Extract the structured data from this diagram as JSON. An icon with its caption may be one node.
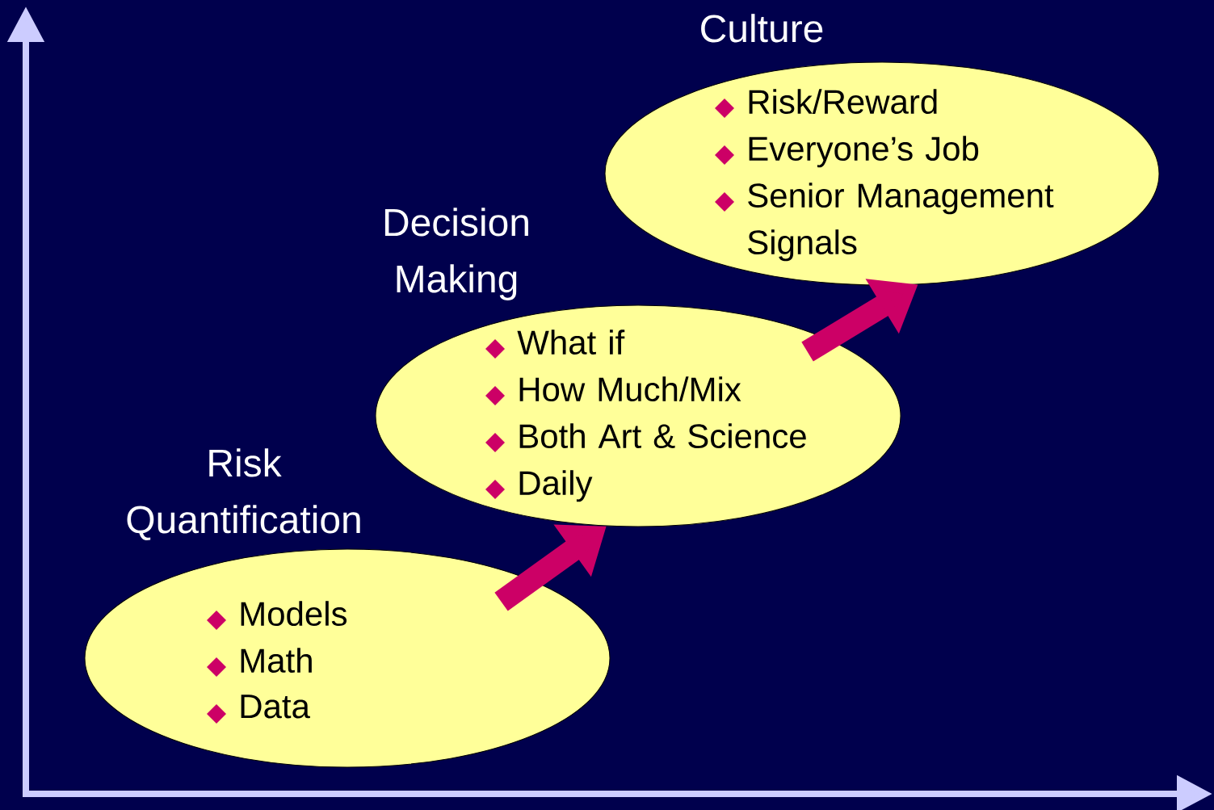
{
  "diagram": {
    "nodes": [
      {
        "text": [
          "Risk Quantification",
          "Models",
          "Math",
          "Data"
        ]
      },
      {
        "text": [
          "Decision Making",
          "What if",
          "How Much/Mix",
          "Both Art & Science",
          "Daily"
        ]
      },
      {
        "text": [
          "Culture",
          "Risk/Reward",
          "Everyone’s Job",
          "Senior Management Signals"
        ]
      }
    ],
    "edges": [
      {
        "from": 0,
        "to": 1,
        "arrow": "to"
      },
      {
        "from": 1,
        "to": 2,
        "arrow": "to"
      }
    ]
  }
}
